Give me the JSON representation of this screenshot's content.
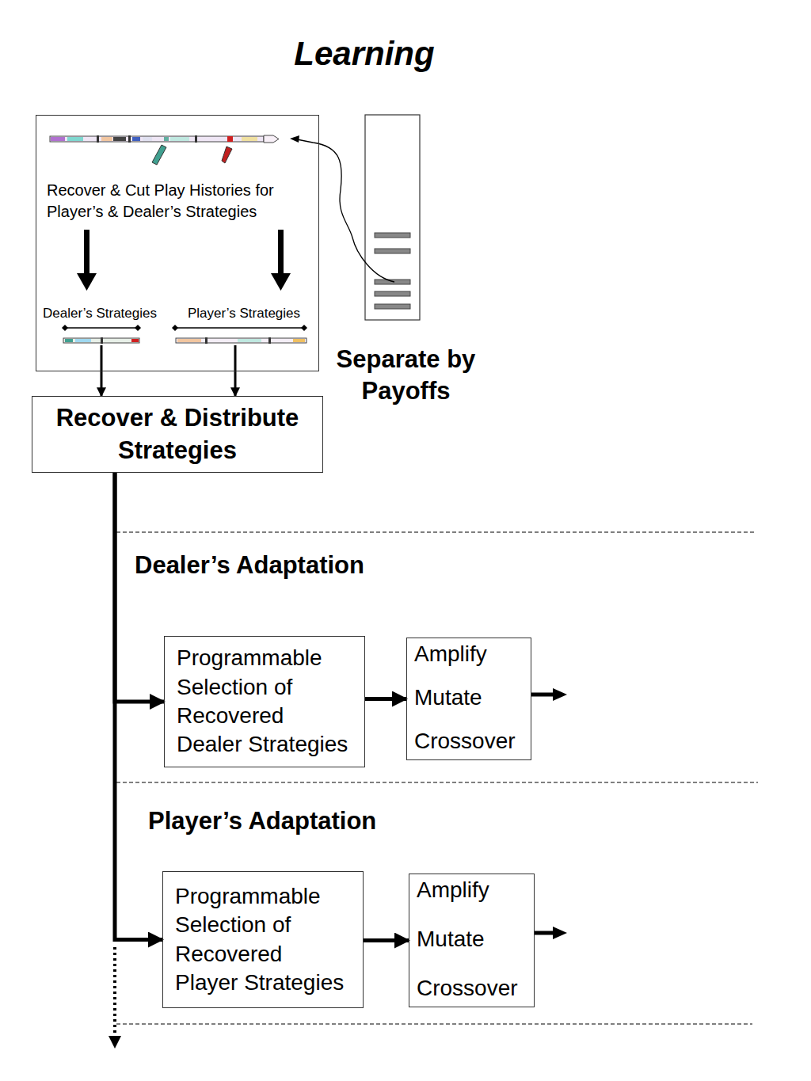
{
  "diagram": {
    "title": "Learning",
    "nodes": [
      {
        "text": [
          "Recover & Cut Play Histories for Player’s & Dealer’s Strategies"
        ]
      },
      {
        "text": [
          "Recover & Distribute Strategies"
        ]
      },
      {
        "text": [
          "Programmable Selection of Recovered Dealer Strategies"
        ]
      },
      {
        "text": [
          "Amplify",
          "Mutate",
          "Crossover"
        ]
      },
      {
        "text": [
          "Programmable Selection of Recovered Player Strategies"
        ]
      },
      {
        "text": [
          "Amplify",
          "Mutate",
          "Crossover"
        ]
      }
    ],
    "edges": [
      {
        "from": 0,
        "to": 1,
        "arrow": "to"
      },
      {
        "from": 0,
        "to": 1,
        "arrow": "to"
      },
      {
        "from": 1,
        "to": 2,
        "arrow": "to"
      },
      {
        "from": 1,
        "to": 4,
        "arrow": "to"
      },
      {
        "from": 2,
        "to": 3,
        "arrow": "to"
      },
      {
        "from": 4,
        "to": 5,
        "arrow": "to"
      }
    ],
    "labels": [
      "Dealer’s Strategies",
      "Player’s Strategies",
      "Separate by Payoffs",
      "Dealer’s Adaptation",
      "Player’s Adaptation"
    ]
  }
}
